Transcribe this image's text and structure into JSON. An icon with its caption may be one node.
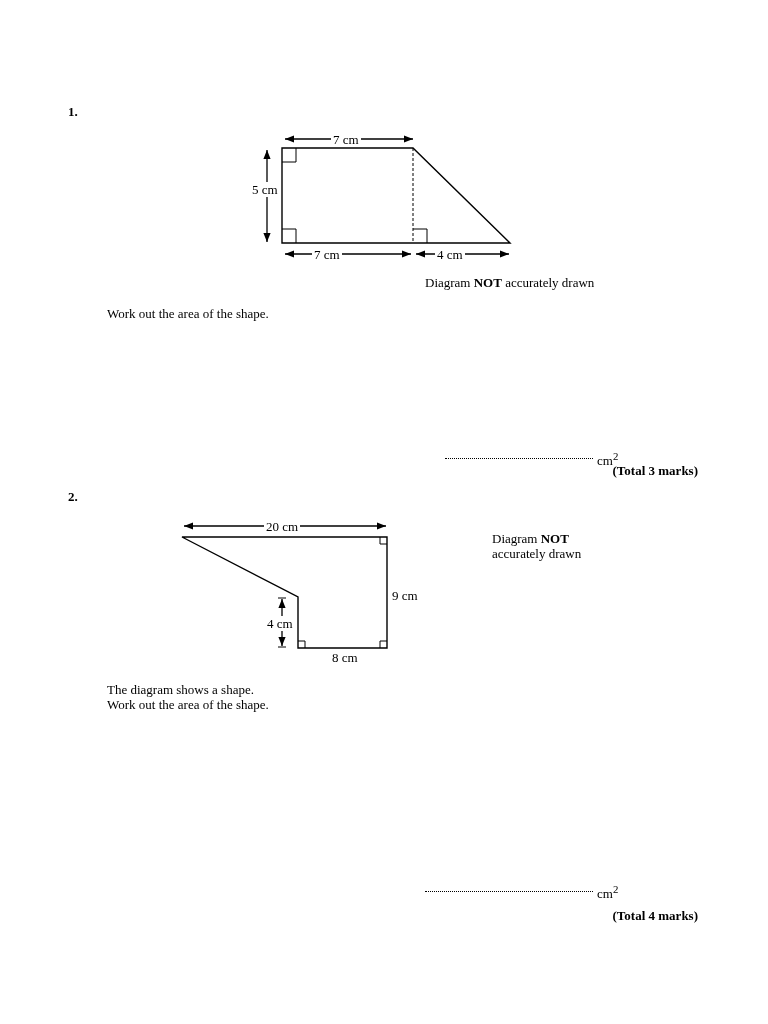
{
  "diagram": {
    "labels": [
      "1.",
      "7 cm",
      "5 cm",
      "7 cm",
      "4 cm",
      "Diagram **NOT** accurately drawn",
      "Work out the area of the shape.",
      "cm$^{2}$",
      "(Total 3 marks)",
      "2.",
      "20 cm",
      "Diagram **NOT** accurately drawn",
      "9 cm",
      "4 cm",
      "8 cm",
      "The diagram shows a shape.",
      "Work out the area of the shape.",
      "cm$^{2}$",
      "(Total 4 marks)"
    ]
  }
}
